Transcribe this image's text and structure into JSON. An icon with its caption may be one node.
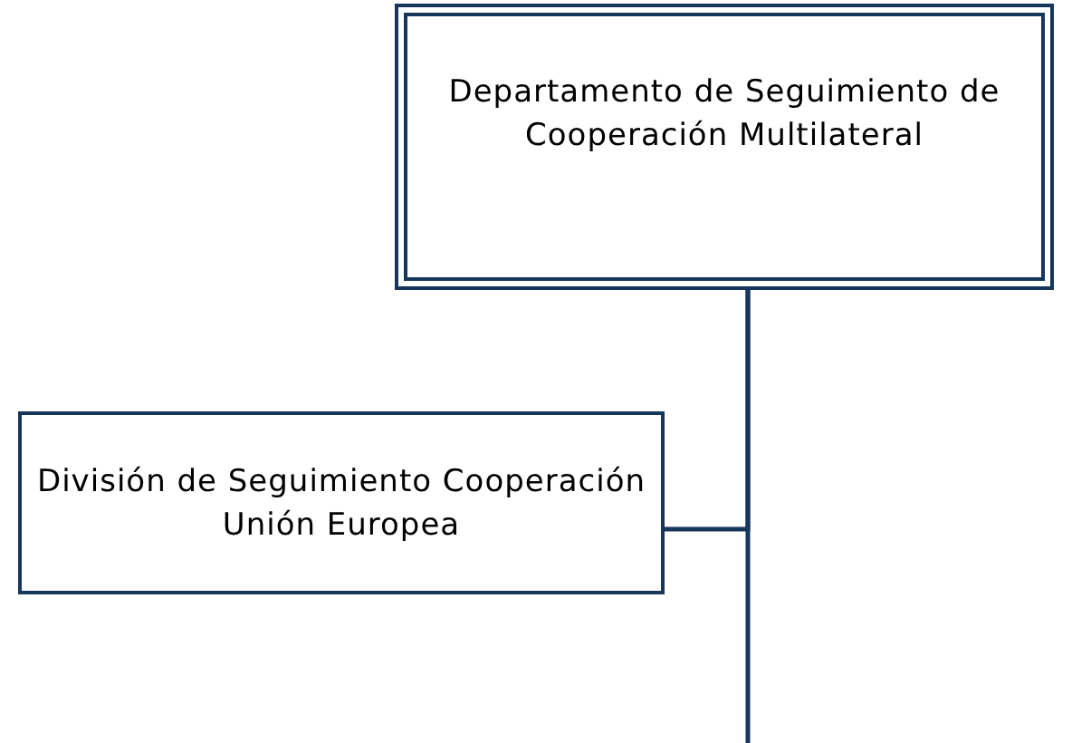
{
  "diagram": {
    "nodes": [
      {
        "text": [
          "Departamento de Seguimiento de Cooperación Multilateral"
        ]
      },
      {
        "text": [
          "División de Seguimiento Cooperación Unión Europea"
        ]
      }
    ],
    "edges": [
      {
        "from": 0,
        "to": 1,
        "arrow": "none"
      },
      {
        "from": 0,
        "to": null,
        "arrow": "none"
      }
    ]
  }
}
